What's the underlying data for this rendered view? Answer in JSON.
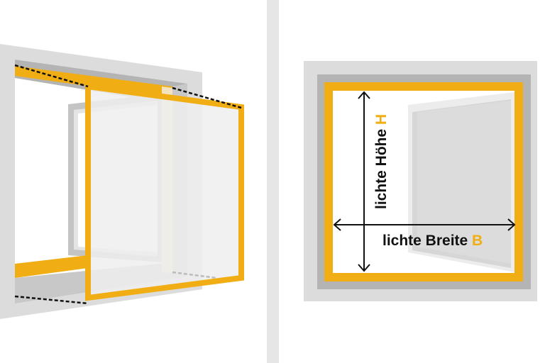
{
  "colors": {
    "accent": "#f0ae14",
    "wall_light": "#dcdcdc",
    "wall_dark": "#b4b4b4",
    "glass": "#efefef",
    "divider": "#e6e6e6",
    "text": "#111111"
  },
  "left_diagram": {
    "description": "perspective view of frame installed in window reveal with dashed guide lines"
  },
  "right_diagram": {
    "height_label": {
      "text": "lichte Höhe ",
      "letter": "H"
    },
    "width_label": {
      "text": "lichte Breite ",
      "letter": "B"
    }
  }
}
